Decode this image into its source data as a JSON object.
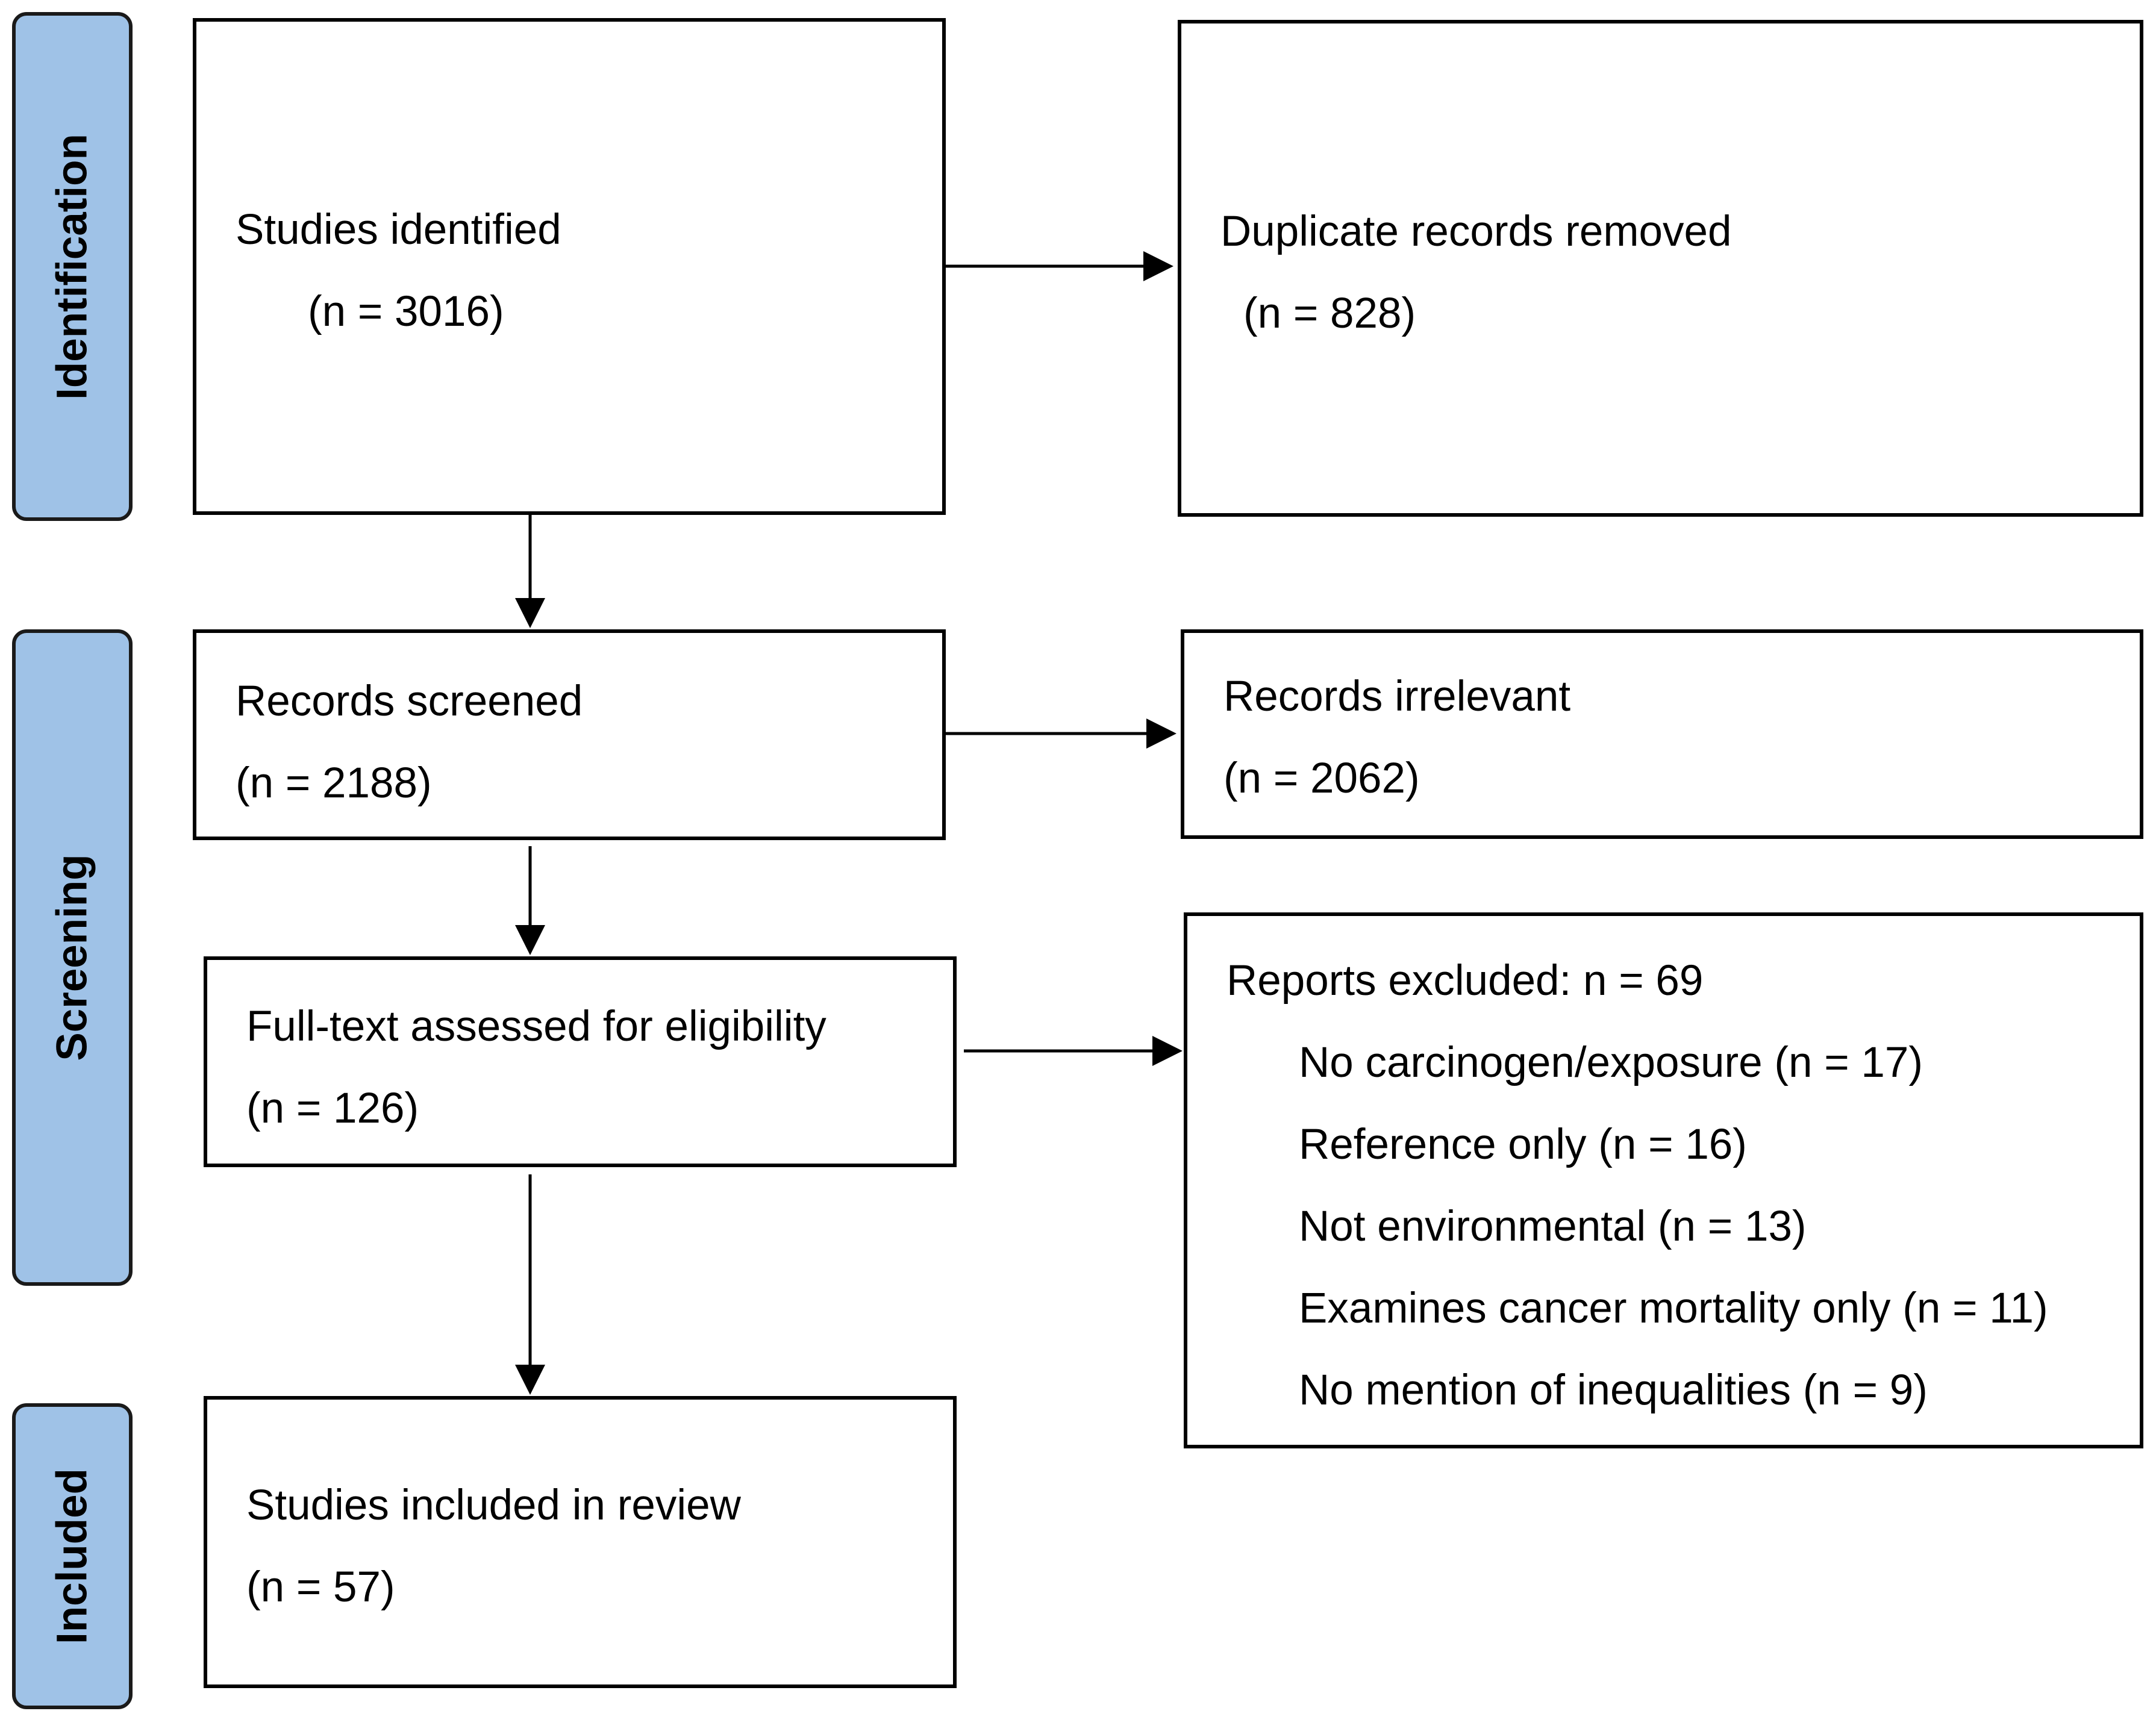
{
  "colors": {
    "phase_fill": "#9fc2e7",
    "border": "#000000"
  },
  "phases": [
    {
      "id": "identification",
      "label": "Identification"
    },
    {
      "id": "screening",
      "label": "Screening"
    },
    {
      "id": "included",
      "label": "Included"
    }
  ],
  "boxes": {
    "identified": {
      "title": "Studies identified",
      "count": "(n = 3016)"
    },
    "duplicates": {
      "title": "Duplicate records removed",
      "count": "(n = 828)"
    },
    "screened": {
      "title": "Records screened",
      "count": "(n = 2188)"
    },
    "irrelevant": {
      "title": "Records irrelevant",
      "count": "(n = 2062)"
    },
    "fulltext": {
      "title": "Full-text assessed for eligibility",
      "count": "(n = 126)"
    },
    "excluded": {
      "title": "Reports excluded: n = 69",
      "reasons": [
        "No carcinogen/exposure (n = 17)",
        "Reference only (n = 16)",
        "Not environmental (n = 13)",
        "Examines cancer mortality only (n = 11)",
        "No mention of inequalities (n = 9)"
      ]
    },
    "included": {
      "title": "Studies included in review",
      "count": "(n = 57)"
    }
  }
}
